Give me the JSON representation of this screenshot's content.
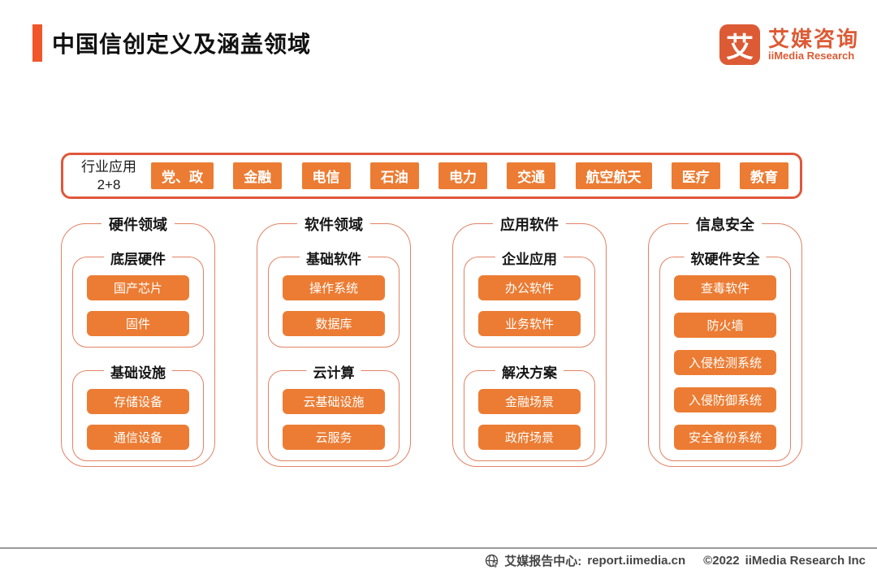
{
  "header": {
    "title": "中国信创定义及涵盖领域",
    "logo": {
      "icon_char": "艾",
      "brand": "艾媒咨询",
      "brand_sub": "iiMedia Research"
    }
  },
  "industry_row": {
    "label_line1": "行业应用",
    "label_line2": "2+8",
    "tags": [
      "党、政",
      "金融",
      "电信",
      "石油",
      "电力",
      "交通",
      "航空航天",
      "医疗",
      "教育"
    ]
  },
  "columns": [
    {
      "title": "硬件领域",
      "groups": [
        {
          "title": "底层硬件",
          "items": [
            "国产芯片",
            "固件"
          ]
        },
        {
          "title": "基础设施",
          "items": [
            "存储设备",
            "通信设备"
          ]
        }
      ]
    },
    {
      "title": "软件领域",
      "groups": [
        {
          "title": "基础软件",
          "items": [
            "操作系统",
            "数据库"
          ]
        },
        {
          "title": "云计算",
          "items": [
            "云基础设施",
            "云服务"
          ]
        }
      ]
    },
    {
      "title": "应用软件",
      "groups": [
        {
          "title": "企业应用",
          "items": [
            "办公软件",
            "业务软件"
          ]
        },
        {
          "title": "解决方案",
          "items": [
            "金融场景",
            "政府场景"
          ]
        }
      ]
    },
    {
      "title": "信息安全",
      "groups": [
        {
          "title": "软硬件安全",
          "items": [
            "查毒软件",
            "防火墙",
            "入侵检测系统",
            "入侵防御系统",
            "安全备份系统"
          ]
        }
      ]
    }
  ],
  "footer": {
    "source_label": "艾媒报告中心:",
    "source_url": "report.iimedia.cn",
    "copyright": "©2022",
    "company": "iiMedia Research Inc"
  },
  "colors": {
    "accent_orange_red": "#F0562A",
    "button_orange": "#EC7C33",
    "frame_orange": "#E0573B",
    "border_salmon": "#E28265",
    "brand_orange": "#DC5B35",
    "footer_gray": "#454545"
  }
}
